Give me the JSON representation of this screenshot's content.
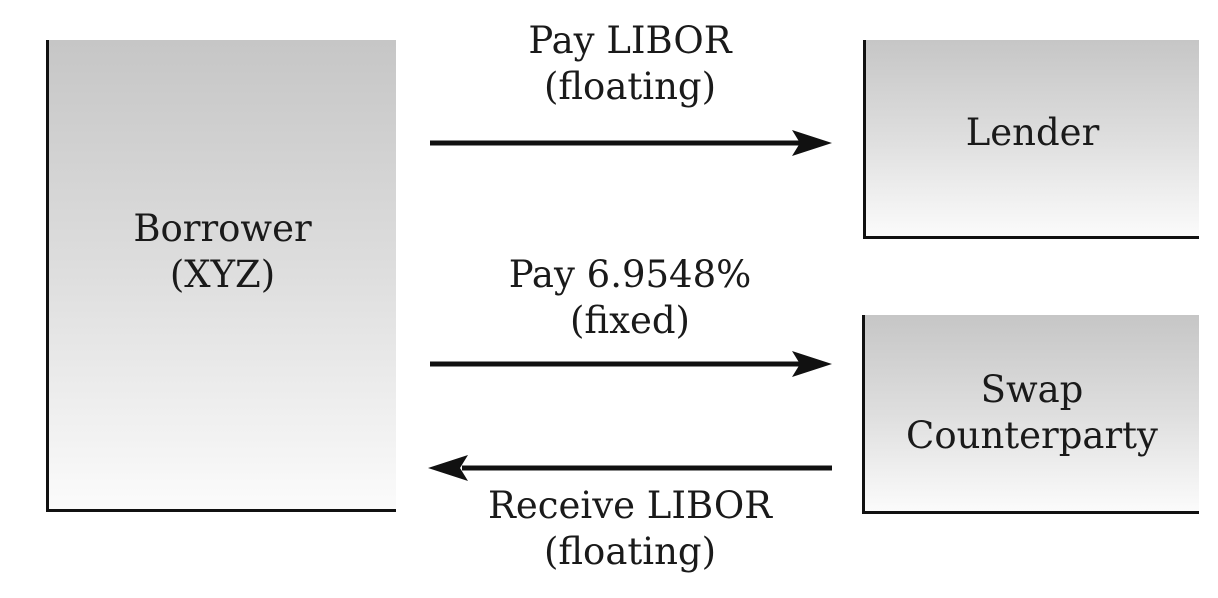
{
  "boxes": {
    "borrower": {
      "line1": "Borrower",
      "line2": "(XYZ)"
    },
    "lender": {
      "line1": "Lender"
    },
    "swap_counterparty": {
      "line1": "Swap",
      "line2": "Counterparty"
    }
  },
  "flows": {
    "pay_libor": {
      "line1": "Pay LIBOR",
      "line2": "(floating)"
    },
    "pay_fixed": {
      "line1": "Pay 6.9548%",
      "line2": "(fixed)"
    },
    "receive_libor": {
      "line1": "Receive LIBOR",
      "line2": "(floating)"
    }
  },
  "colors": {
    "stroke": "#111111",
    "box_gradient_top": "#c6c6c6",
    "box_gradient_bottom": "#fbfbfb"
  }
}
